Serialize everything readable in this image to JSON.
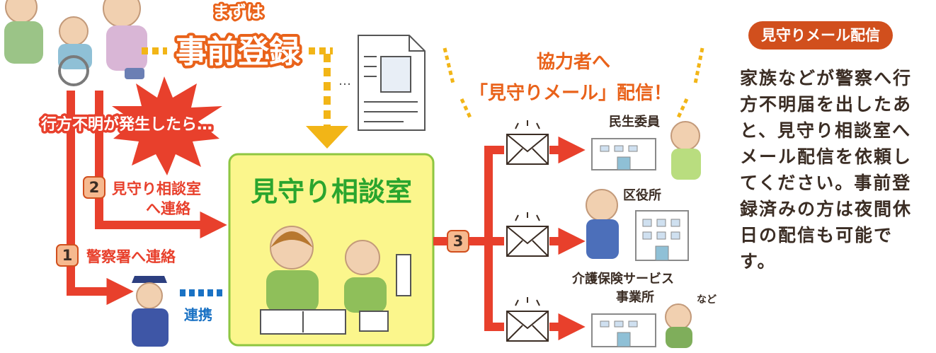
{
  "colors": {
    "arrow": "#e8402c",
    "dotted": "#f2b517",
    "room_fill": "#fbf68c",
    "room_border": "#8ec641",
    "room_title": "#2aa52e",
    "mail_heading": "#e9621a",
    "badge": "#d14f1d",
    "link": "#1a72c4"
  },
  "registration": {
    "lead": "まずは",
    "label": "事前登録"
  },
  "incident_label": "行方不明が発生したら…",
  "steps": {
    "police_number": "1",
    "police_label": "警察署へ連絡",
    "room_number": "2",
    "room_label_line1": "見守り相談室",
    "room_label_line2": "へ連絡",
    "mail_number": "3"
  },
  "room_title": "見守り相談室",
  "link_label": "連携",
  "mail_heading": {
    "line1": "協力者へ",
    "line2": "「見守りメール」配信！"
  },
  "recipients": [
    {
      "label": "民生委員"
    },
    {
      "label": "区役所"
    },
    {
      "label_line1": "介護保険サービス",
      "label_line2": "事業所",
      "suffix": "など"
    }
  ],
  "side_panel": {
    "badge": "見守りメール配信",
    "body": "家族などが警察へ行方不明届を出したあと、見守り相談室へメール配信を依頼してください。事前登録済みの方は夜間休日の配信も可能です。"
  }
}
